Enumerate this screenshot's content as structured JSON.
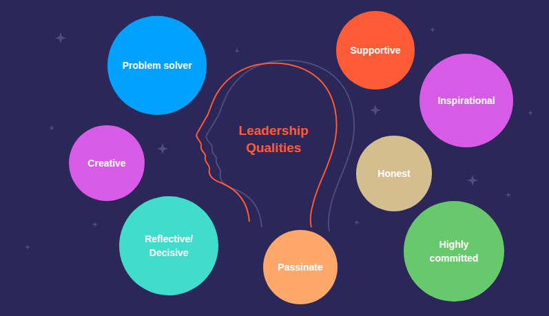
{
  "diagram": {
    "title": "Leadership Qualities",
    "nodes": [
      {
        "text": [
          "Problem solver"
        ]
      },
      {
        "text": [
          "Supportive"
        ]
      },
      {
        "text": [
          "Inspirational"
        ]
      },
      {
        "text": [
          "Creative"
        ]
      },
      {
        "text": [
          "Honest"
        ]
      },
      {
        "text": [
          "Reflective/ Decisive"
        ]
      },
      {
        "text": [
          "Passinate"
        ]
      },
      {
        "text": [
          "Highly committed"
        ]
      }
    ]
  }
}
